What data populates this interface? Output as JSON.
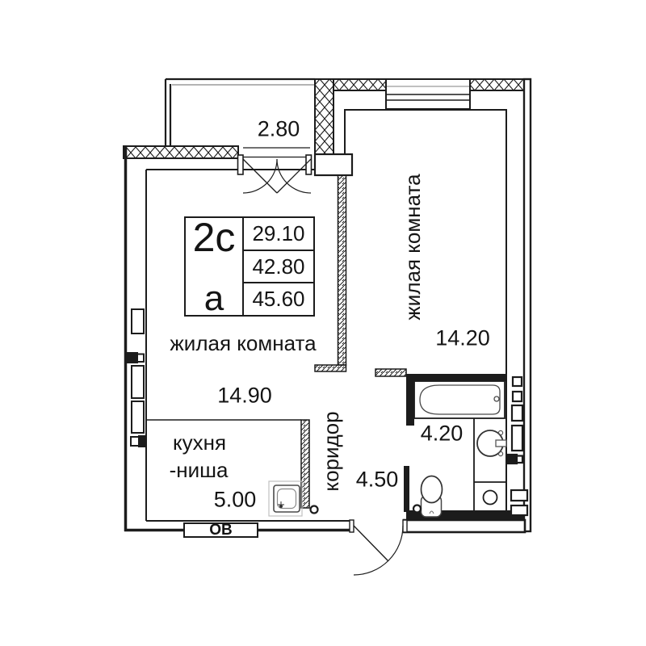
{
  "info_box": {
    "type": "2с",
    "variant": "а",
    "values": [
      "29.10",
      "42.80",
      "45.60"
    ]
  },
  "labels": {
    "room_right": "жилая комната",
    "room_left": "жилая комната",
    "kitchen_line1": "кухня",
    "kitchen_line2": "-ниша",
    "corridor": "коридор",
    "heating": "ОВ"
  },
  "dimensions": {
    "balcony": "2.80",
    "room_right": "14.20",
    "room_left": "14.90",
    "kitchen": "5.00",
    "corridor": "4.50",
    "bathroom": "4.20"
  },
  "colors": {
    "line": "#1c1c1c",
    "background": "#ffffff"
  }
}
